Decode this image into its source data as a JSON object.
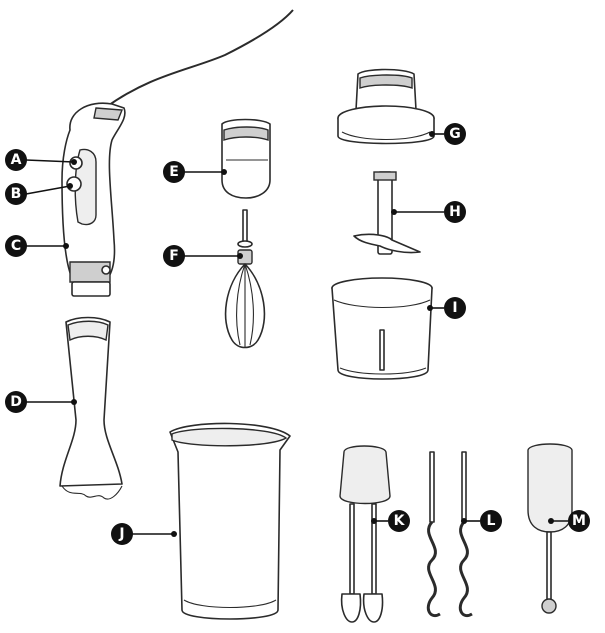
{
  "callouts": [
    {
      "key": "A",
      "label": "A"
    },
    {
      "key": "B",
      "label": "B"
    },
    {
      "key": "C",
      "label": "C"
    },
    {
      "key": "D",
      "label": "D"
    },
    {
      "key": "E",
      "label": "E"
    },
    {
      "key": "F",
      "label": "F"
    },
    {
      "key": "G",
      "label": "G"
    },
    {
      "key": "H",
      "label": "H"
    },
    {
      "key": "I",
      "label": "I"
    },
    {
      "key": "J",
      "label": "J"
    },
    {
      "key": "K",
      "label": "K"
    },
    {
      "key": "L",
      "label": "L"
    },
    {
      "key": "M",
      "label": "M"
    }
  ],
  "colors": {
    "ink": "#111111",
    "line": "#2b2b2b",
    "fill": "#ffffff",
    "shade": "#cfcfcf"
  }
}
